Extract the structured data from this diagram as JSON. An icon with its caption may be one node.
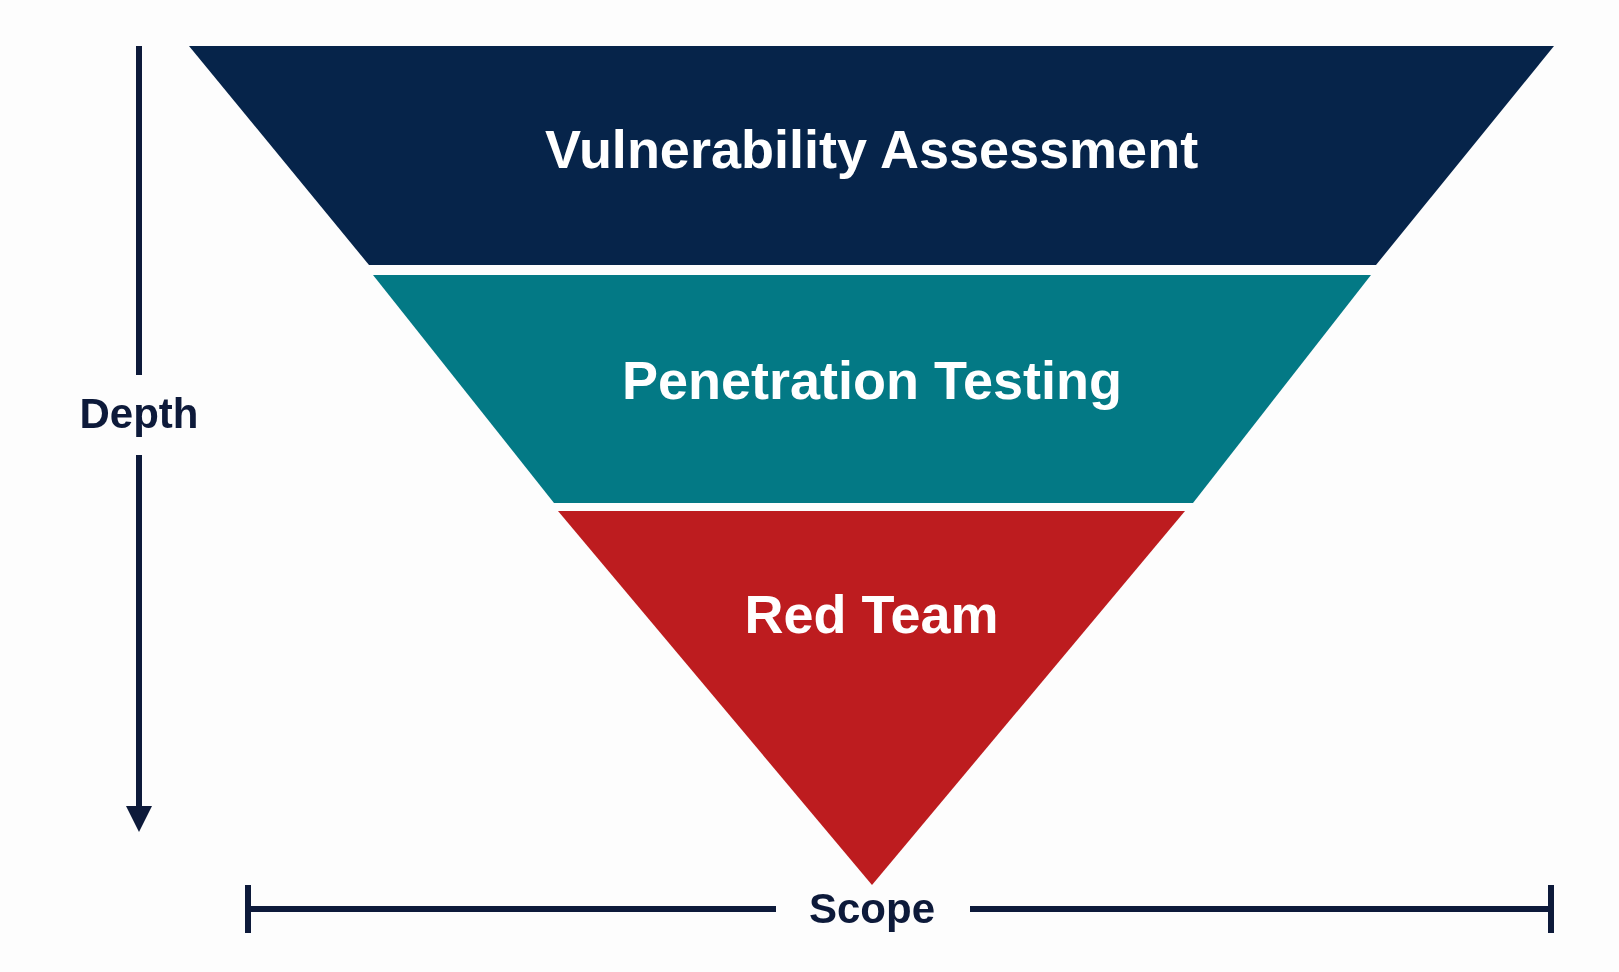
{
  "diagram": {
    "nodes": [
      {
        "text": [
          "Vulnerability Assessment"
        ]
      },
      {
        "text": [
          "Penetration Testing"
        ]
      },
      {
        "text": [
          "Red Team"
        ]
      }
    ],
    "edges": [],
    "labels": [
      "Depth",
      "Scope"
    ]
  }
}
